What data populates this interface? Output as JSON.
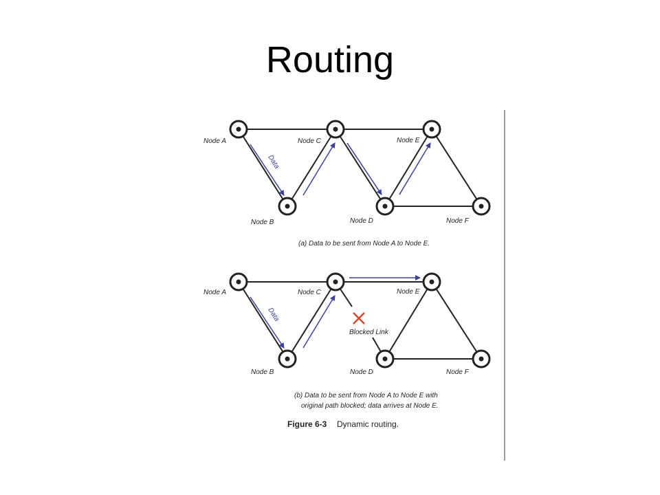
{
  "slide": {
    "title": "Routing"
  },
  "figure": {
    "panel_a": {
      "nodes": [
        "Node A",
        "Node B",
        "Node C",
        "Node D",
        "Node E",
        "Node F"
      ],
      "data_label": "Data",
      "caption": "(a) Data to be sent from Node A to Node E."
    },
    "panel_b": {
      "nodes": [
        "Node A",
        "Node B",
        "Node C",
        "Node D",
        "Node E",
        "Node F"
      ],
      "data_label": "Data",
      "blocked_label": "Blocked Link",
      "caption_line1": "(b) Data to be sent from Node A to Node E with",
      "caption_line2": "original path blocked; data arrives at Node E."
    },
    "figure_number": "Figure 6-3",
    "figure_caption": "Dynamic routing."
  },
  "colors": {
    "arrow": "#3a3fa8",
    "blocked": "#d8452b",
    "line": "#222222",
    "page_edge": "#9a9a9a"
  }
}
